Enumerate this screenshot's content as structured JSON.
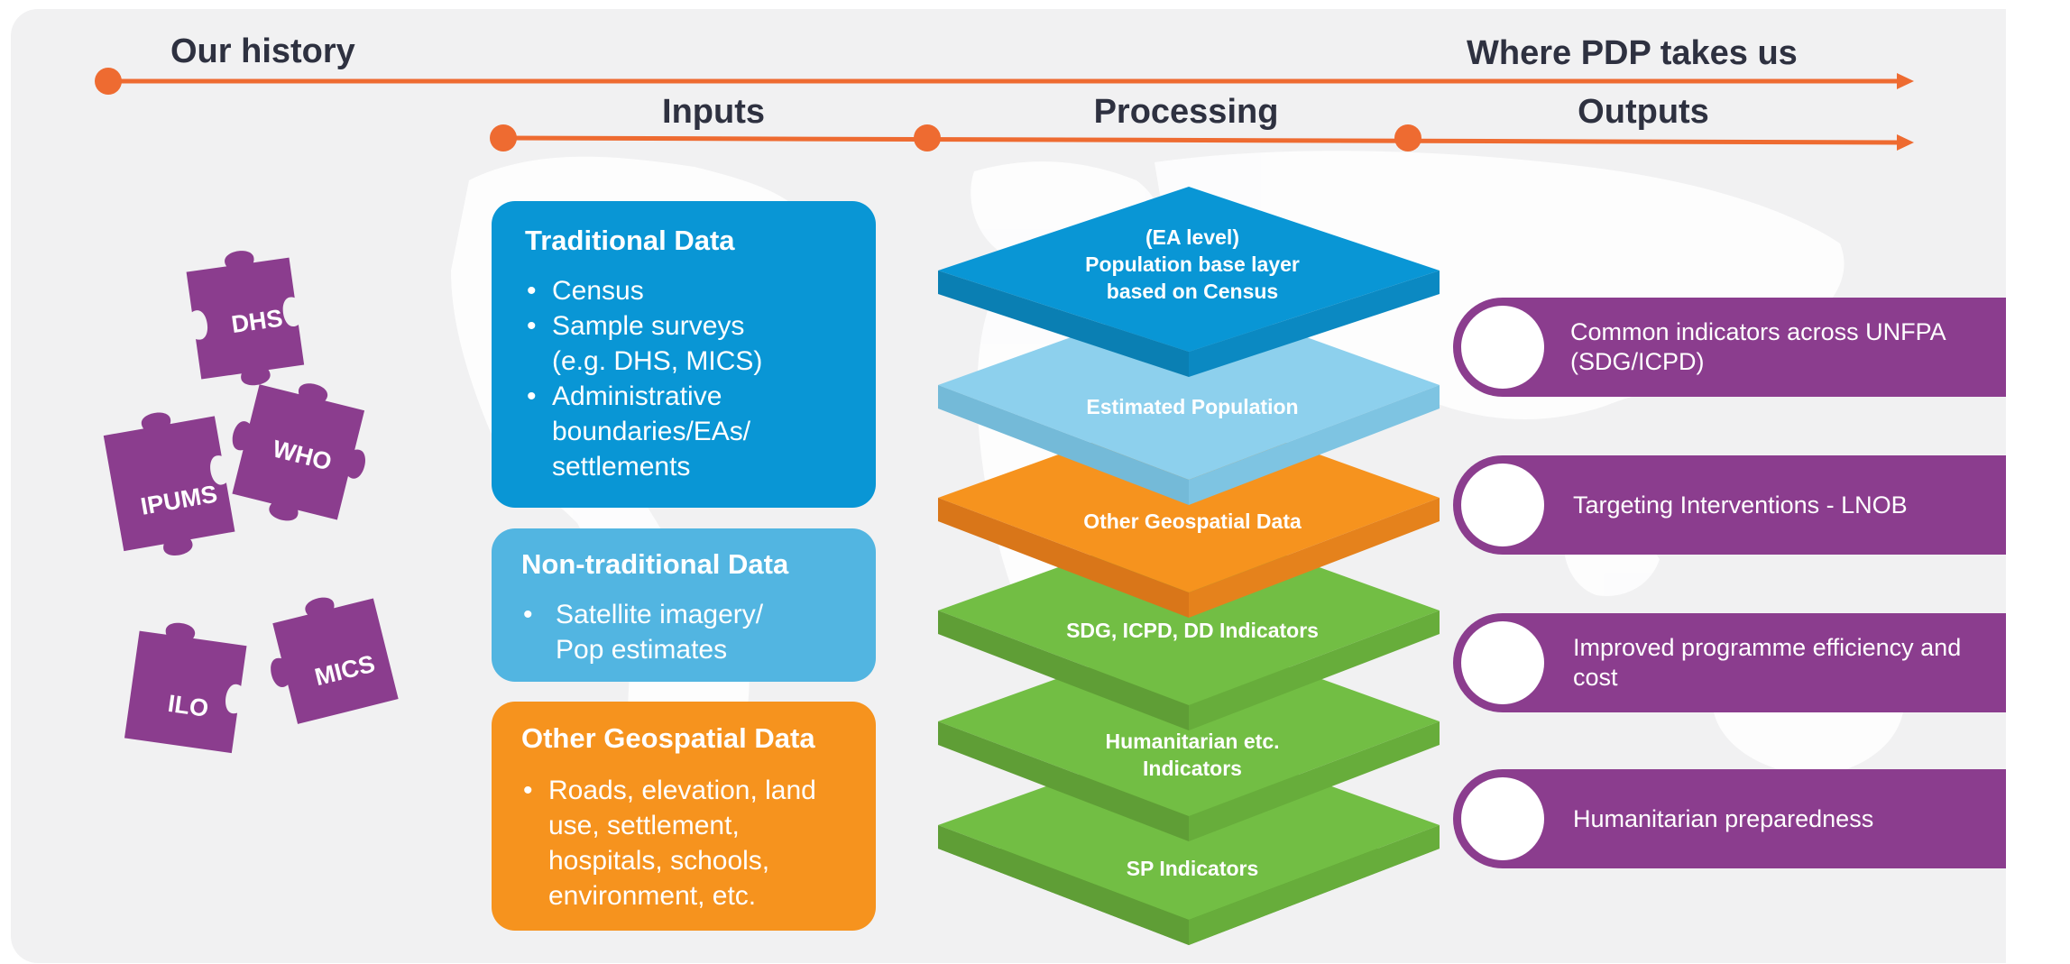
{
  "timeline": {
    "history_label": "Our history",
    "future_label": "Where PDP takes us"
  },
  "phases": {
    "inputs": "Inputs",
    "processing": "Processing",
    "outputs": "Outputs"
  },
  "puzzles": [
    {
      "label": "DHS"
    },
    {
      "label": "WHO"
    },
    {
      "label": "IPUMS"
    },
    {
      "label": "MICS"
    },
    {
      "label": "ILO"
    }
  ],
  "inputs": {
    "traditional": {
      "title": "Traditional Data",
      "bullets": [
        "Census",
        "Sample surveys (e.g. DHS, MICS)",
        "Administrative boundaries/EAs/ settlements"
      ]
    },
    "non_traditional": {
      "title": "Non-traditional Data",
      "bullets": [
        "Satellite imagery/ Pop estimates"
      ]
    },
    "geospatial": {
      "title": "Other Geospatial Data",
      "bullets": [
        "Roads, elevation, land use, settlement, hospitals, schools, environment, etc."
      ]
    }
  },
  "layers": [
    {
      "label": "(EA level)\nPopulation base layer\nbased on Census"
    },
    {
      "label": "Estimated Population"
    },
    {
      "label": "Other Geospatial Data"
    },
    {
      "label": "SDG, ICPD, DD Indicators"
    },
    {
      "label": "Humanitarian etc.\nIndicators"
    },
    {
      "label": "SP Indicators"
    }
  ],
  "outputs": [
    {
      "label": "Common indicators across UNFPA (SDG/ICPD)"
    },
    {
      "label": "Targeting Interventions - LNOB"
    },
    {
      "label": "Improved programme efficiency and cost"
    },
    {
      "label": "Humanitarian preparedness"
    }
  ],
  "colors": {
    "panel": "#f1f1f2",
    "timeline": "#ee6b31",
    "heading": "#2e3140",
    "traditional": "#0996d5",
    "non_traditional": "#52b5e1",
    "geospatial": "#f6931e",
    "layer_green": "#72be44",
    "output_purple": "#8b3d8e"
  }
}
